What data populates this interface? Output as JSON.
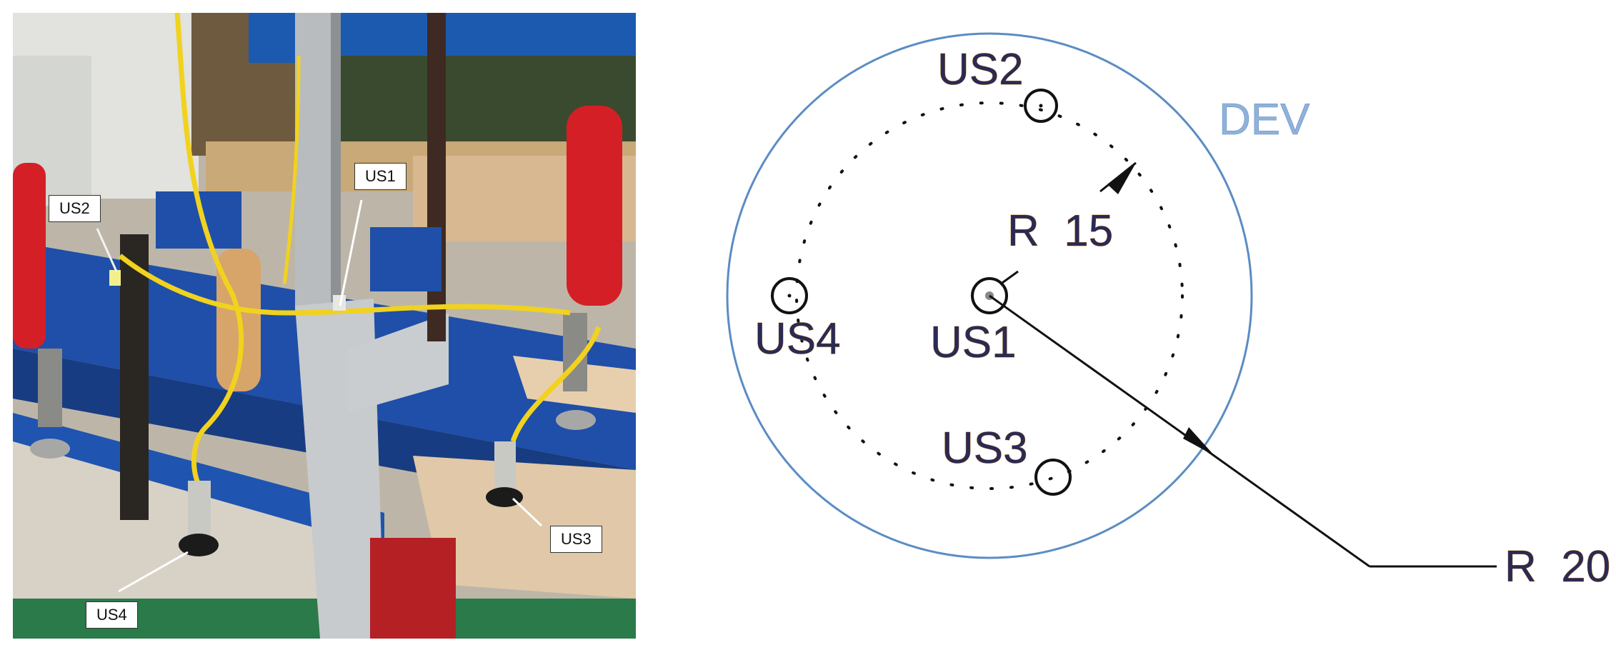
{
  "photo": {
    "callouts": {
      "us1": "US1",
      "us2": "US2",
      "us3": "US3",
      "us4": "US4"
    }
  },
  "diagram": {
    "sensors": {
      "us1": "US1",
      "us2": "US2",
      "us3": "US3",
      "us4": "US4"
    },
    "outline_label": "DEV",
    "inner_radius_label": "R  15",
    "outer_radius_label": "R  20"
  },
  "colors": {
    "outline": "#5b8cc4",
    "text": "#2a2a55",
    "dev_text": "#8fb2dc"
  }
}
